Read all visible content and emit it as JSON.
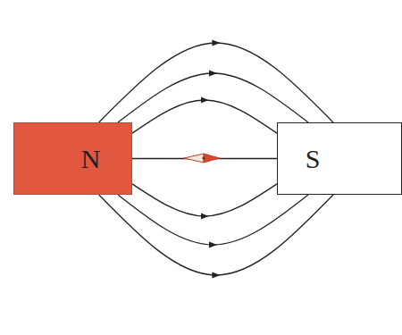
{
  "diagram": {
    "nodes": [
      {
        "text": [
          "N"
        ]
      },
      {
        "text": [
          "S"
        ]
      }
    ],
    "edges": [
      {
        "from": 0,
        "to": 1,
        "arrow": "to"
      },
      {
        "from": 0,
        "to": 1,
        "arrow": "to"
      },
      {
        "from": 0,
        "to": 1,
        "arrow": "to"
      },
      {
        "from": 0,
        "to": 1,
        "arrow": "none"
      },
      {
        "from": 0,
        "to": 1,
        "arrow": "to"
      },
      {
        "from": 0,
        "to": 1,
        "arrow": "to"
      },
      {
        "from": 0,
        "to": 1,
        "arrow": "to"
      }
    ]
  }
}
